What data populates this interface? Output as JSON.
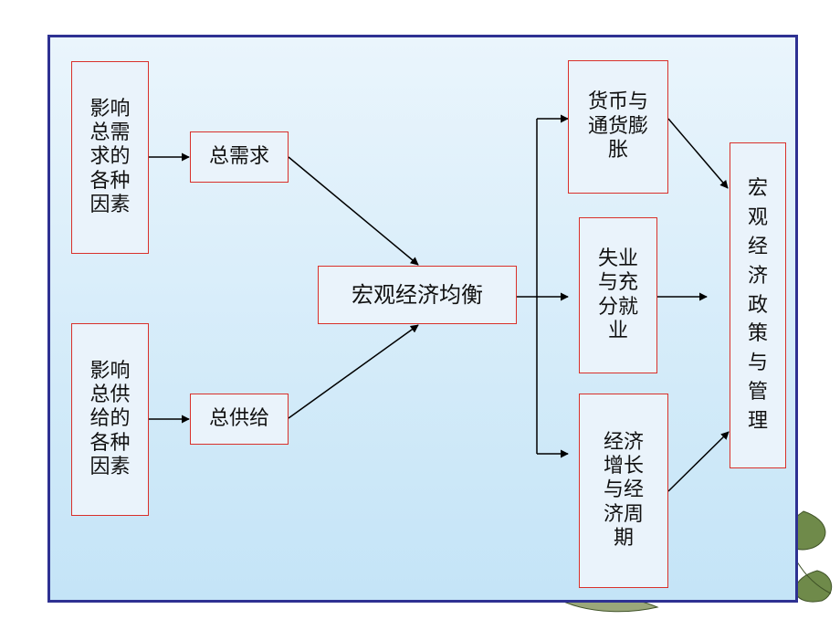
{
  "diagram": {
    "factors_demand": "影响\n总需\n求的\n各种\n因素",
    "factors_supply": "影响\n总供\n给的\n各种\n因素",
    "aggregate_demand": "总需求",
    "aggregate_supply": "总供给",
    "macro_equilibrium": "宏观经济均衡",
    "money_inflation": "货币与\n通货膨\n胀",
    "unemployment": "失业\n与充\n分就\n业",
    "growth_cycle": "经济\n增长\n与经\n济周\n期",
    "policy": "宏\n观\n经\n济\n政\n策\n与\n管\n理"
  },
  "colors": {
    "frame": "#2e3192",
    "box_border": "#d9302a",
    "arrow": "#000000"
  }
}
